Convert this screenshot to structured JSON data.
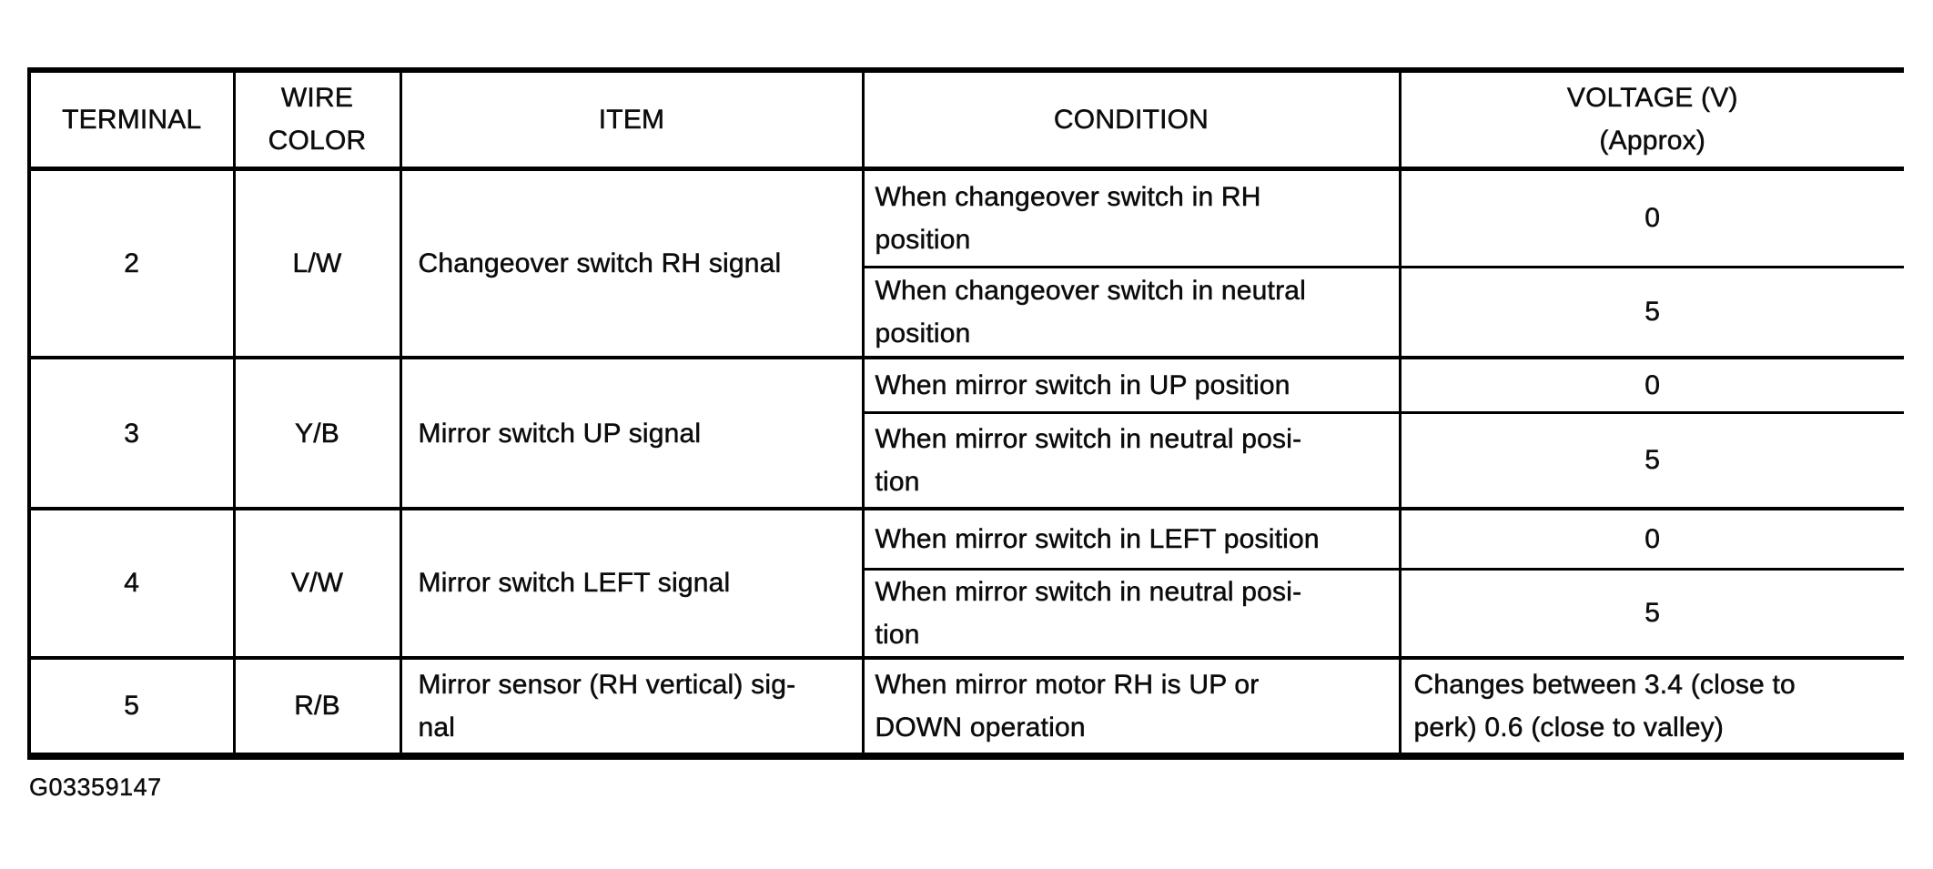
{
  "page": {
    "caption": "G03359147"
  },
  "table": {
    "headers": {
      "terminal": "TERMINAL",
      "wire_color": "WIRE\nCOLOR",
      "item": "ITEM",
      "condition": "CONDITION",
      "voltage": "VOLTAGE (V)\n(Approx)"
    },
    "groups": [
      {
        "terminal": "2",
        "wire_color": "L/W",
        "item": "Changeover switch RH signal",
        "rows": [
          {
            "condition": "When changeover switch in RH\nposition",
            "voltage": "0"
          },
          {
            "condition": "When changeover switch in neutral\nposition",
            "voltage": "5"
          }
        ]
      },
      {
        "terminal": "3",
        "wire_color": "Y/B",
        "item": "Mirror switch UP signal",
        "rows": [
          {
            "condition": "When mirror switch in UP position",
            "voltage": "0"
          },
          {
            "condition": "When mirror switch in neutral posi-\ntion",
            "voltage": "5"
          }
        ]
      },
      {
        "terminal": "4",
        "wire_color": "V/W",
        "item": "Mirror switch LEFT signal",
        "rows": [
          {
            "condition": "When mirror switch in LEFT position",
            "voltage": "0"
          },
          {
            "condition": "When mirror switch in neutral posi-\ntion",
            "voltage": "5"
          }
        ]
      },
      {
        "terminal": "5",
        "wire_color": "R/B",
        "item": "Mirror sensor (RH vertical) sig-\nnal",
        "rows": [
          {
            "condition": "When mirror motor RH is UP or\nDOWN operation",
            "voltage": "Changes between 3.4 (close to\nperk) 0.6 (close to valley)"
          }
        ]
      }
    ],
    "colors": {
      "ink": "#0c0c0c",
      "paper": "#ffffff"
    }
  }
}
